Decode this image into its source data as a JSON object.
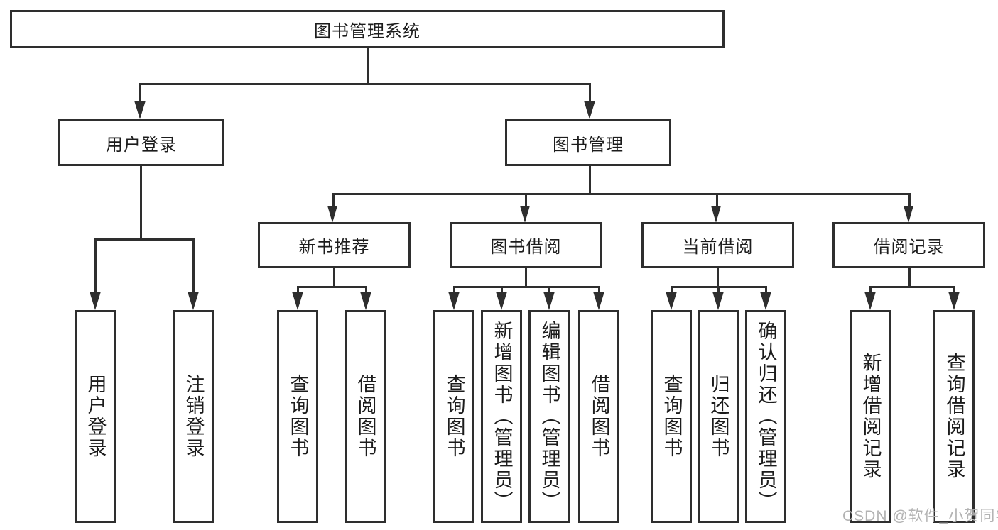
{
  "nodes": {
    "root": "图书管理系统",
    "level2": {
      "user_login": "用户登录",
      "book_mgmt": "图书管理"
    },
    "level3": {
      "new_book": "新书推荐",
      "borrow": "图书借阅",
      "current": "当前借阅",
      "records": "借阅记录"
    },
    "leaves": {
      "user_login": [
        "用户登录",
        "注销登录"
      ],
      "new_book": [
        "查询图书",
        "借阅图书"
      ],
      "borrow": [
        "查询图书",
        "新增图书（管理员）",
        "编辑图书（管理员）",
        "借阅图书"
      ],
      "current": [
        "查询图书",
        "归还图书",
        "确认归还（管理员）"
      ],
      "records": [
        "新增借阅记录",
        "查询借阅记录"
      ]
    }
  },
  "watermark": {
    "text": "CSDN @软件_小贺同学"
  },
  "colors": {
    "line": "#2e2e2e",
    "text": "#1c1c1c",
    "background": "#ffffff",
    "watermark": "#b3b3b3"
  }
}
